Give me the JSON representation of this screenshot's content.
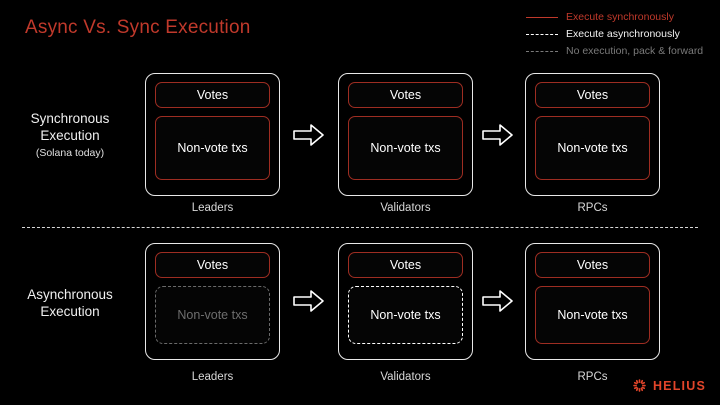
{
  "title": "Async Vs. Sync Execution",
  "colors": {
    "background": "#000000",
    "title_red": "#c0392b",
    "box_red": "#9e2d22",
    "white": "#ffffff",
    "gray": "#6e6e6e",
    "logo_red": "#e2452a"
  },
  "legend": {
    "items": [
      {
        "label": "Execute synchronously",
        "style": "solid",
        "color": "#c0392b"
      },
      {
        "label": "Execute asynchronously",
        "style": "dashed",
        "color": "#ffffff"
      },
      {
        "label": "No execution, pack & forward",
        "style": "dashed",
        "color": "#7a7a7a"
      }
    ]
  },
  "rows": [
    {
      "id": "synchronous",
      "label": "Synchronous",
      "label_line2": "Execution",
      "sublabel": "(Solana today)",
      "columns": [
        {
          "caption": "Leaders",
          "votes": {
            "text": "Votes",
            "style": "solid-red"
          },
          "nonvote": {
            "text": "Non-vote txs",
            "style": "solid-red"
          }
        },
        {
          "caption": "Validators",
          "votes": {
            "text": "Votes",
            "style": "solid-red"
          },
          "nonvote": {
            "text": "Non-vote txs",
            "style": "solid-red"
          }
        },
        {
          "caption": "RPCs",
          "votes": {
            "text": "Votes",
            "style": "solid-red"
          },
          "nonvote": {
            "text": "Non-vote txs",
            "style": "solid-red"
          }
        }
      ]
    },
    {
      "id": "asynchronous",
      "label": "Asynchronous",
      "label_line2": "Execution",
      "sublabel": "",
      "columns": [
        {
          "caption": "Leaders",
          "votes": {
            "text": "Votes",
            "style": "solid-red"
          },
          "nonvote": {
            "text": "Non-vote txs",
            "style": "dash-gray"
          }
        },
        {
          "caption": "Validators",
          "votes": {
            "text": "Votes",
            "style": "solid-red"
          },
          "nonvote": {
            "text": "Non-vote txs",
            "style": "dash-white"
          }
        },
        {
          "caption": "RPCs",
          "votes": {
            "text": "Votes",
            "style": "solid-red"
          },
          "nonvote": {
            "text": "Non-vote txs",
            "style": "solid-red"
          }
        }
      ]
    }
  ],
  "arrows": {
    "icon": "arrow-right-icon",
    "count": 4
  },
  "brand": {
    "name": "HELIUS",
    "mark": "sunburst-ring-icon"
  }
}
